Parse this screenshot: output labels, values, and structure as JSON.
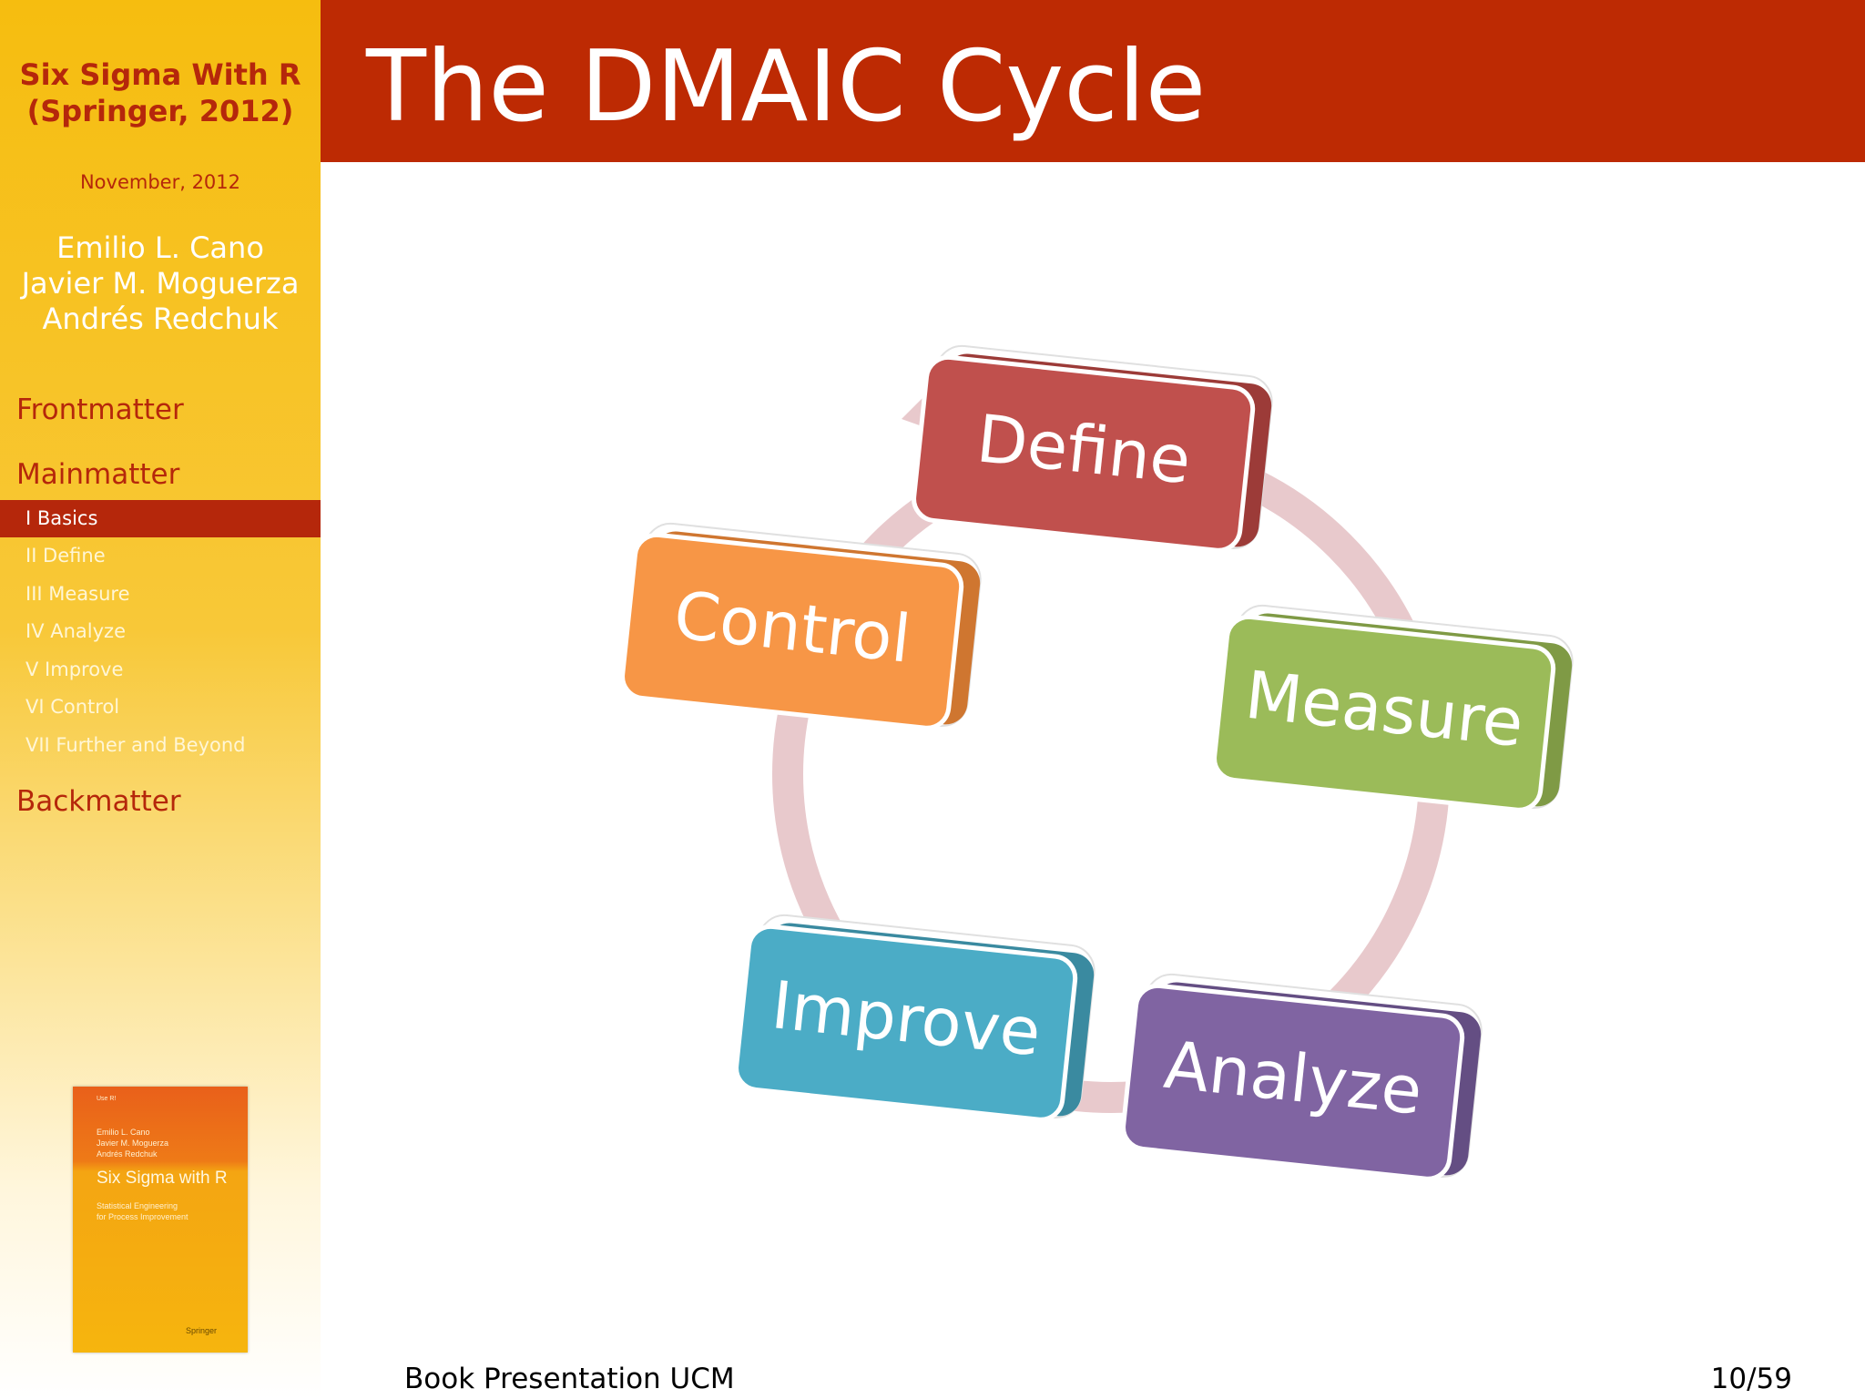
{
  "sidebar": {
    "title_line1": "Six Sigma With R",
    "title_line2": "(Springer, 2012)",
    "date": "November, 2012",
    "authors": [
      "Emilio L. Cano",
      "Javier M. Moguerza",
      "Andrés Redchuk"
    ],
    "sections": {
      "front": "Frontmatter",
      "main": "Mainmatter",
      "back": "Backmatter"
    },
    "items": [
      {
        "label": "I Basics",
        "active": true
      },
      {
        "label": "II Define"
      },
      {
        "label": "III Measure"
      },
      {
        "label": "IV Analyze"
      },
      {
        "label": "V Improve"
      },
      {
        "label": "VI Control"
      },
      {
        "label": "VII Further and Beyond"
      }
    ],
    "cover": {
      "authors": [
        "Emilio L. Cano",
        "Javier M. Moguerza",
        "Andrés Redchuk"
      ],
      "title": "Six Sigma with R",
      "subtitle1": "Statistical Engineering",
      "subtitle2": "for Process Improvement",
      "publisher": "Springer"
    }
  },
  "header": {
    "title": "The DMAIC Cycle"
  },
  "diagram": {
    "steps": [
      {
        "label": "Define",
        "color": "#c0504d"
      },
      {
        "label": "Measure",
        "color": "#9bbb59"
      },
      {
        "label": "Analyze",
        "color": "#8064a2"
      },
      {
        "label": "Improve",
        "color": "#4bacc6"
      },
      {
        "label": "Control",
        "color": "#f79646"
      }
    ],
    "arrow_color": "#e8c9cc"
  },
  "footer": {
    "left": "Book Presentation UCM",
    "page": "10/59"
  }
}
